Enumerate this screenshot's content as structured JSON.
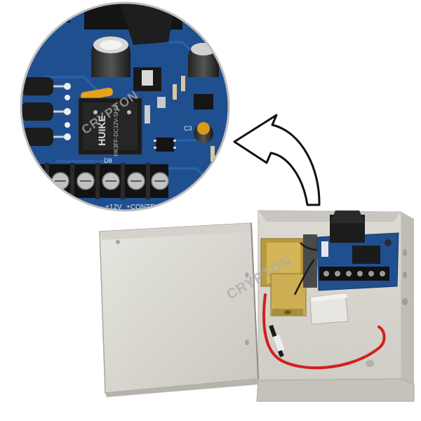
{
  "photo": {
    "subject": "power supply enclosure with control board",
    "watermark": "CRYPTON",
    "relay_lines": [
      "HUIKE",
      "HK3FF-DC12V-SHG"
    ],
    "board_labels": [
      "+12V",
      "+CONTROL",
      "D8",
      "C3"
    ],
    "colors": {
      "background": "#ffffff",
      "box_grey": "#d9d7cf",
      "pcb_blue": "#1f4f8f",
      "wire_red": "#d21f1f",
      "transformer_gold": "#c9a94a"
    }
  }
}
